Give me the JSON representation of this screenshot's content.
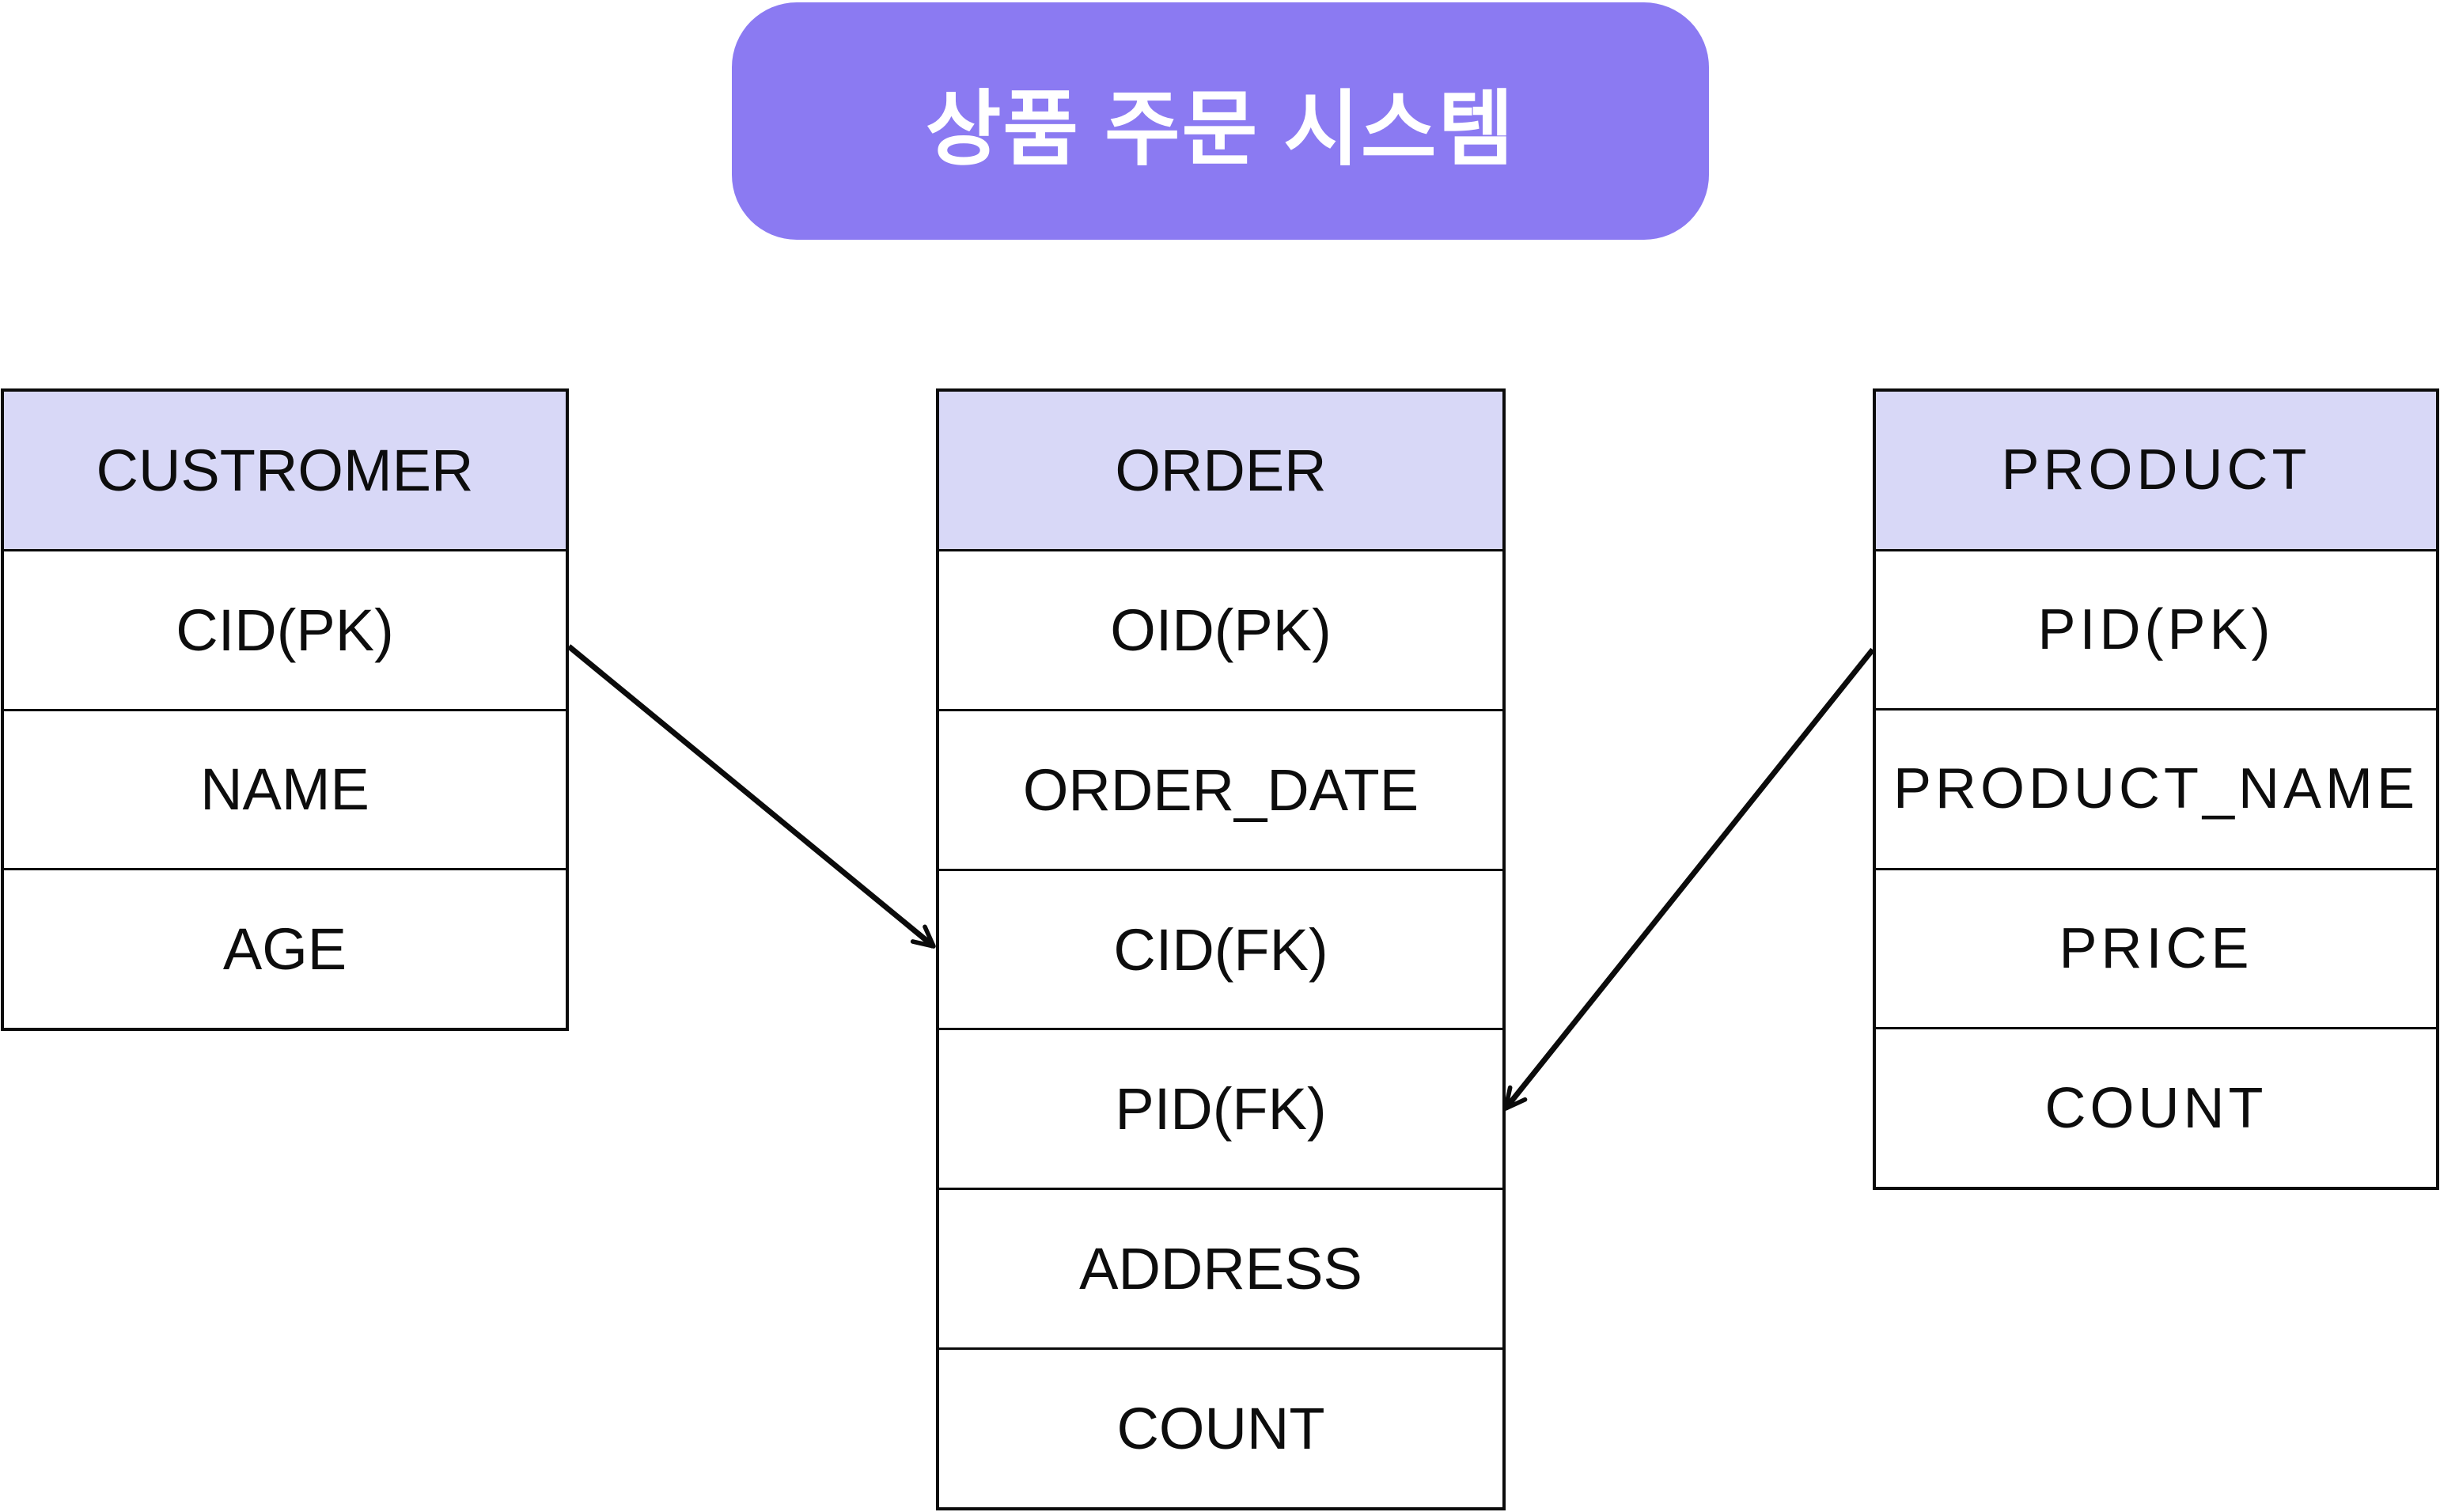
{
  "title": {
    "text": "상품 주문 시스템"
  },
  "colors": {
    "canvas_bg": "#FFFFFF",
    "banner_bg": "#8B7AF2",
    "banner_text": "#FFFFFF",
    "header_bg": "#D8D8F7",
    "row_bg": "#FFFFFF",
    "border": "#0B0B0B",
    "text": "#0D0D0D",
    "arrow": "#0B0B0B"
  },
  "tables": [
    {
      "id": "customer",
      "name": "CUSTROMER",
      "fields": [
        "CID(PK)",
        "NAME",
        "AGE"
      ]
    },
    {
      "id": "order",
      "name": "ORDER",
      "fields": [
        "OID(PK)",
        "ORDER_DATE",
        "CID(FK)",
        "PID(FK)",
        "ADDRESS",
        "COUNT"
      ]
    },
    {
      "id": "product",
      "name": "PRODUCT",
      "fields": [
        "PID(PK)",
        "PRODUCT_NAME",
        "PRICE",
        "COUNT"
      ]
    }
  ],
  "relationships": [
    {
      "from_table": "CUSTROMER",
      "from_field": "CID(PK)",
      "to_table": "ORDER",
      "to_field": "CID(FK)"
    },
    {
      "from_table": "PRODUCT",
      "from_field": "PID(PK)",
      "to_table": "ORDER",
      "to_field": "PID(FK)"
    }
  ]
}
